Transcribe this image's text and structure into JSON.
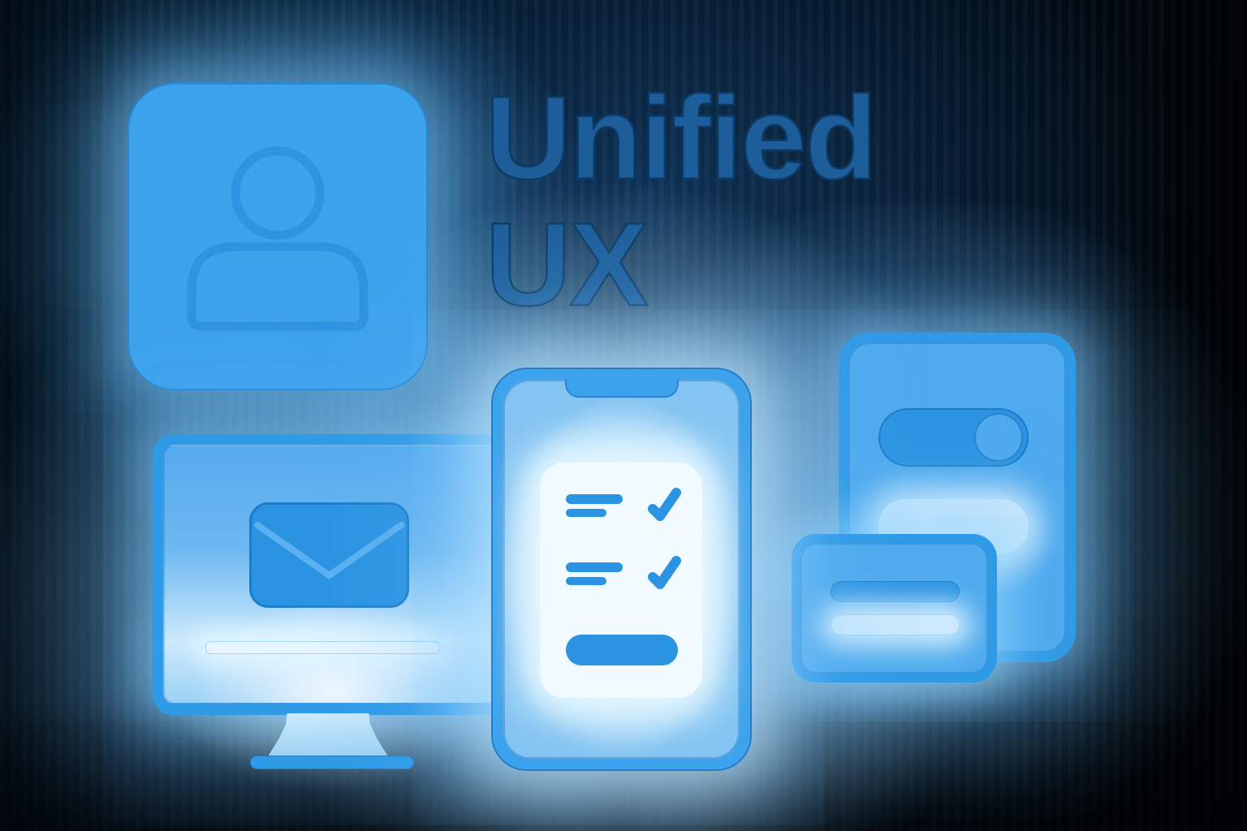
{
  "title": {
    "line1": "Unified",
    "line2": "UX"
  },
  "colors": {
    "shape_blue": "#3ea3ed",
    "frame_blue": "#2f9ae6",
    "accent_blue": "#2b94e2",
    "pill_light": "#cdeafd",
    "card_white": "#f0faff",
    "title_fill": "#1d5d99",
    "title_stroke": "#0c3a66"
  },
  "illustration": {
    "profile_tile": {
      "icon": "user-icon"
    },
    "desktop_monitor": {
      "icon": "envelope-icon",
      "highlight_bar": true,
      "stand": true
    },
    "smartphone": {
      "notch": true,
      "checklist_card": {
        "rows": 2,
        "row_icon": "checkmark-icon",
        "button_pill": true
      }
    },
    "tablet": {
      "toggle_state": "on",
      "content_pill": true
    },
    "mini_card": {
      "lines": 2
    }
  }
}
